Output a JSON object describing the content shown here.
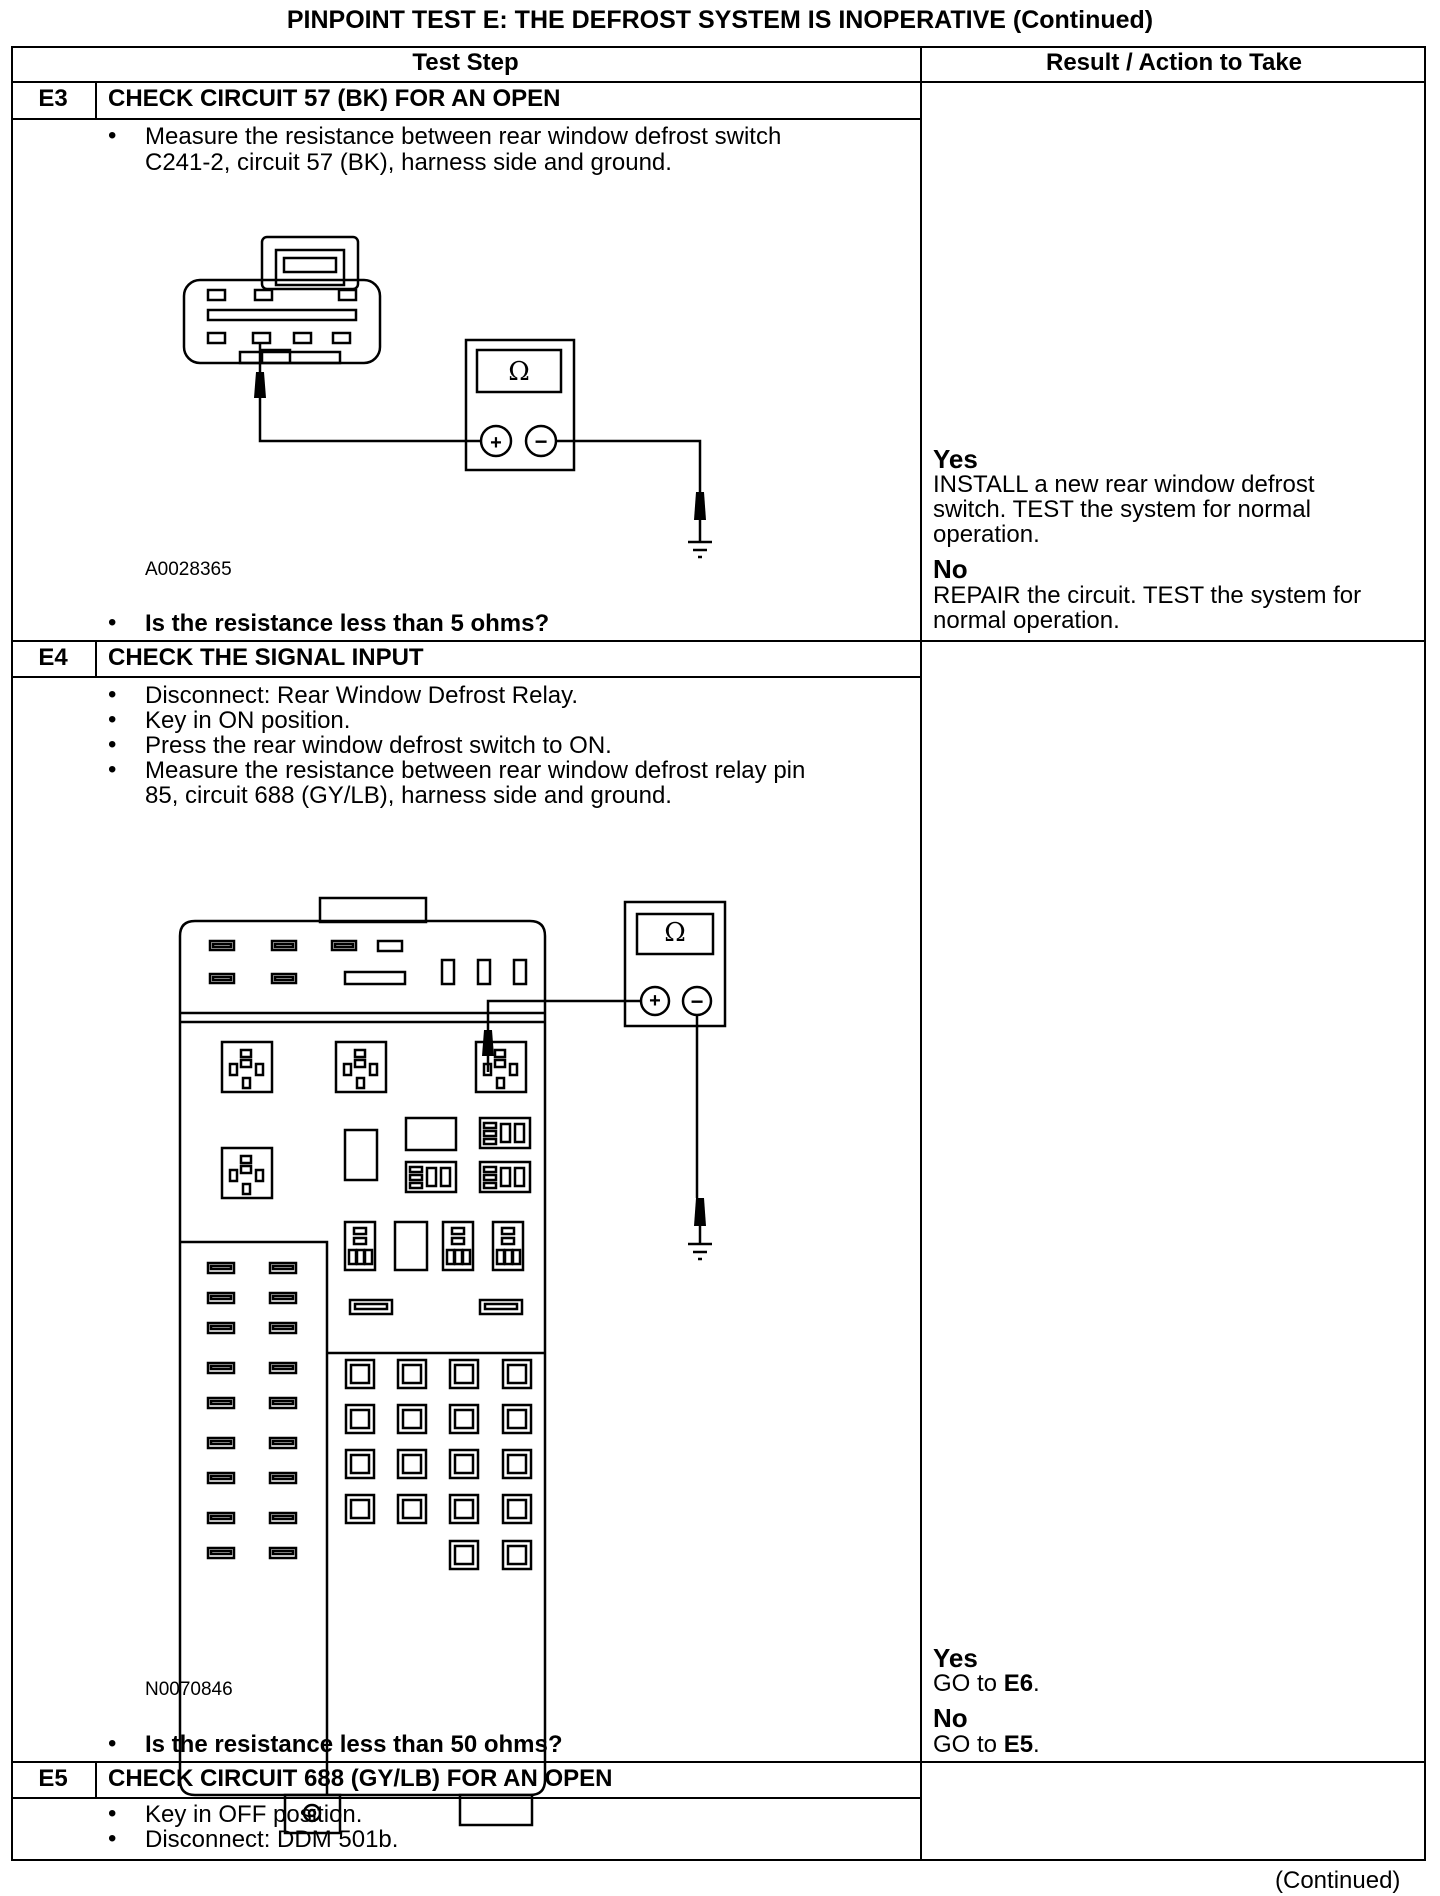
{
  "title": "PINPOINT TEST  E: THE DEFROST SYSTEM IS INOPERATIVE (Continued)",
  "headers": {
    "test_step": "Test Step",
    "result": "Result / Action to Take"
  },
  "steps": [
    {
      "id": "E3",
      "heading": "CHECK CIRCUIT 57 (BK) FOR AN OPEN",
      "bullets": [
        "Measure the resistance between rear window defrost switch",
        "C241-2, circuit 57 (BK), harness side and ground."
      ],
      "figure_id": "A0028365",
      "question": "Is the resistance less than 5 ohms?",
      "yes_label": "Yes",
      "yes_lines": [
        "INSTALL a new rear window defrost",
        "switch. TEST the system for normal",
        "operation."
      ],
      "no_label": "No",
      "no_lines": [
        "REPAIR the circuit. TEST the system for",
        "normal operation."
      ]
    },
    {
      "id": "E4",
      "heading": "CHECK THE SIGNAL INPUT",
      "bullets": [
        "Disconnect: Rear Window Defrost Relay.",
        "Key in ON position.",
        "Press the rear window defrost switch to ON.",
        "Measure the resistance between rear window defrost relay pin",
        "85, circuit 688 (GY/LB), harness side and ground."
      ],
      "figure_id": "N0070846",
      "question": "Is the resistance less than 50 ohms?",
      "yes_label": "Yes",
      "yes_prefix": "GO to ",
      "yes_target": "E6",
      "no_label": "No",
      "no_prefix": "GO to ",
      "no_target": "E5"
    },
    {
      "id": "E5",
      "heading": "CHECK CIRCUIT 688 (GY/LB) FOR AN OPEN",
      "bullets": [
        "Key in OFF position.",
        "Disconnect: DDM 501b."
      ]
    }
  ],
  "meter_symbol": "Ω",
  "footer": "(Continued)"
}
